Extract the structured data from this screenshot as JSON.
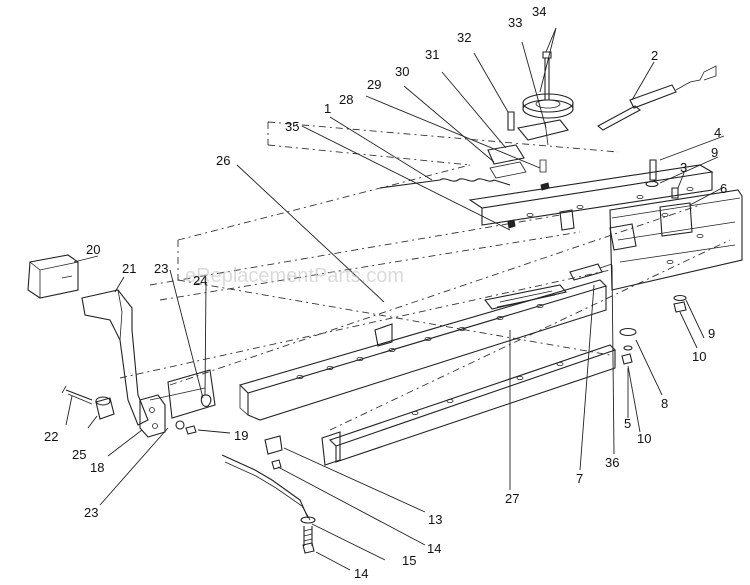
{
  "watermark": "eReplacementParts.com",
  "callouts": {
    "c1": "1",
    "c2": "2",
    "c3": "3",
    "c4": "4",
    "c5": "5",
    "c6": "6",
    "c7": "7",
    "c8": "8",
    "c9a": "9",
    "c9b": "9",
    "c10a": "10",
    "c10b": "10",
    "c13": "13",
    "c14a": "14",
    "c14b": "14",
    "c15": "15",
    "c18": "18",
    "c19": "19",
    "c20": "20",
    "c21": "21",
    "c22": "22",
    "c23a": "23",
    "c23b": "23",
    "c24": "24",
    "c25": "25",
    "c26": "26",
    "c27": "27",
    "c28": "28",
    "c29": "29",
    "c30": "30",
    "c31": "31",
    "c32": "32",
    "c33": "33",
    "c34": "34",
    "c35": "35",
    "c36": "36"
  }
}
